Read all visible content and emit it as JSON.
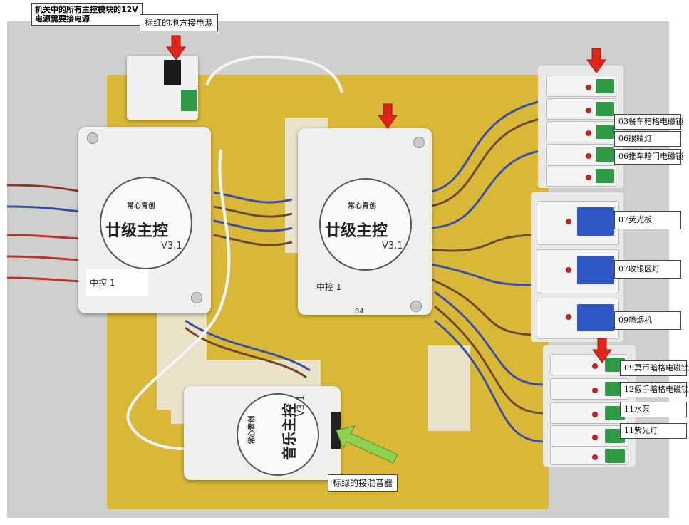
{
  "notes": {
    "top_left": "机关中的所有主控模块的12V电源需要接电源",
    "power_hint": "标红的地方接电源",
    "mixer_hint": "标绿的接混音器"
  },
  "modules": {
    "left": {
      "title": "廿级主控",
      "version": "V3.1",
      "brand": "常心青创",
      "sticker": "中控 1"
    },
    "center": {
      "title": "廿级主控",
      "version": "V3.1",
      "brand": "常心青创",
      "sticker": "中控 1",
      "tag": "84"
    },
    "music": {
      "title": "音乐主控",
      "version": "V3.1",
      "brand": "常心青创"
    }
  },
  "relay_labels": [
    "03餐车暗格电磁锁",
    "06眼睛灯",
    "06推车暗门电磁锁",
    "07荧光板",
    "07收银区灯",
    "09喷烟机",
    "09冥币暗格电磁锁",
    "12假手暗格电磁锁",
    "11水泵",
    "11紫光灯"
  ],
  "colors": {
    "board": "#d9b837",
    "arrow_red": "#e3241b",
    "arrow_green": "#8ed14f"
  },
  "icons": {
    "power_arrow": "red-arrow-icon",
    "mixer_arrow": "green-arrow-icon"
  }
}
